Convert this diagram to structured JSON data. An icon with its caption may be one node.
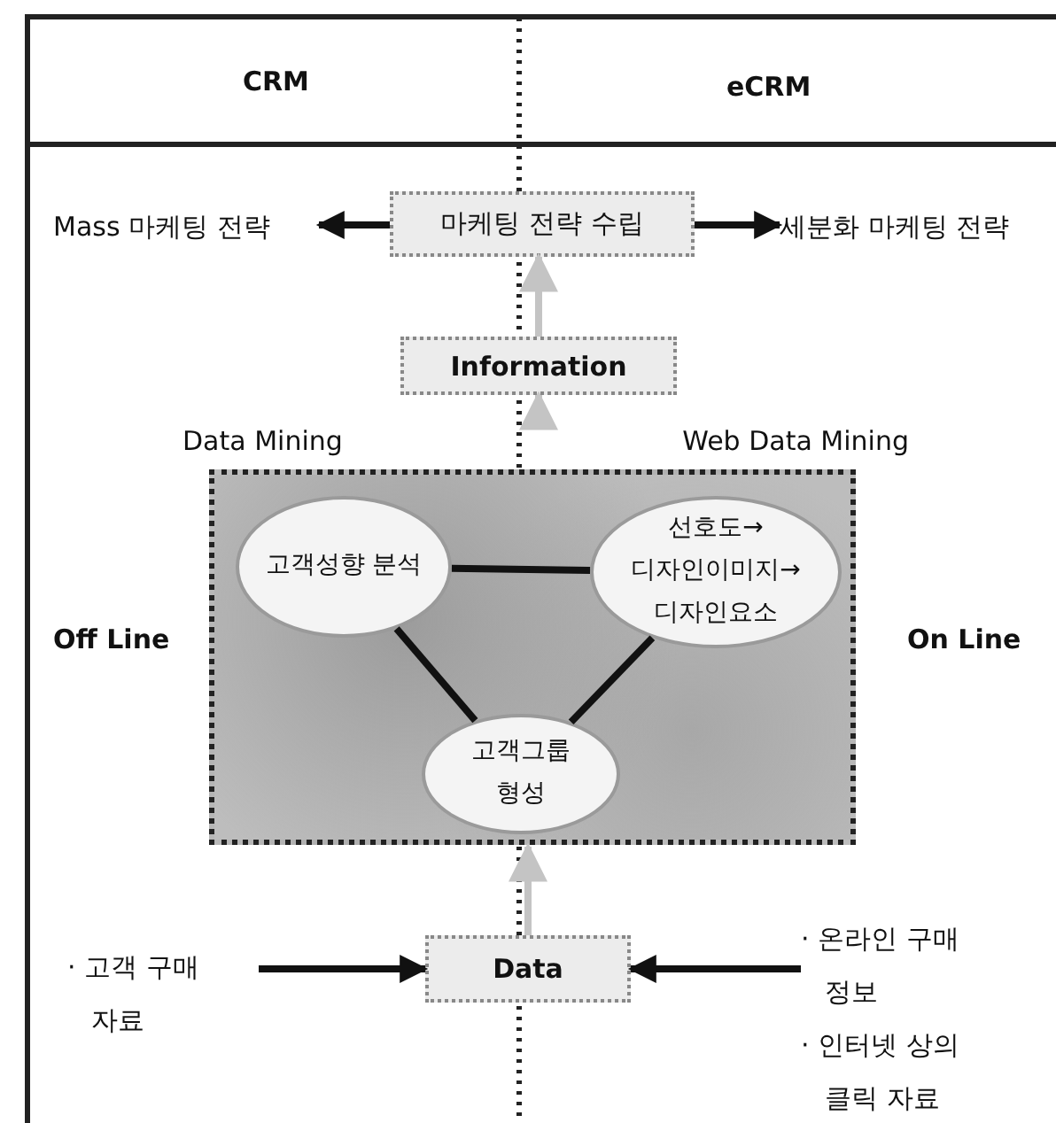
{
  "diagram": {
    "nodes": [
      {
        "text": [
          "마케팅 전략 수립"
        ]
      },
      {
        "text": [
          "Mass 마케팅 전략"
        ]
      },
      {
        "text": [
          "세분화 마케팅 전략"
        ]
      },
      {
        "text": [
          "Information"
        ]
      },
      {
        "text": [
          "Data Mining",
          "Web Data Mining"
        ]
      },
      {
        "text": [
          "고객성향 분석"
        ],
        "in": 4
      },
      {
        "text": [
          "선호도→디자인이미지→디자인요소"
        ],
        "in": 4
      },
      {
        "text": [
          "고객그룹 형성"
        ],
        "in": 4
      },
      {
        "text": [
          "Data"
        ]
      },
      {
        "text": [
          "· 고객 구매 자료"
        ]
      },
      {
        "text": [
          "· 온라인 구매 정보",
          "· 인터넷 상의 클릭 자료"
        ]
      }
    ],
    "edges": [
      {
        "from": 0,
        "to": 1,
        "arrow": "to"
      },
      {
        "from": 0,
        "to": 2,
        "arrow": "to"
      },
      {
        "from": 3,
        "to": 0,
        "arrow": "to",
        "color": "#c4c4c4"
      },
      {
        "from": 4,
        "to": 3,
        "arrow": "to",
        "color": "#c4c4c4"
      },
      {
        "from": 5,
        "to": 6,
        "arrow": "none"
      },
      {
        "from": 5,
        "to": 7,
        "arrow": "none"
      },
      {
        "from": 6,
        "to": 7,
        "arrow": "none"
      },
      {
        "from": 8,
        "to": 4,
        "arrow": "to",
        "color": "#c4c4c4"
      },
      {
        "from": 9,
        "to": 8,
        "arrow": "to"
      },
      {
        "from": 10,
        "to": 8,
        "arrow": "to"
      }
    ],
    "labels": [
      "CRM",
      "eCRM",
      "Off Line",
      "On Line"
    ]
  }
}
